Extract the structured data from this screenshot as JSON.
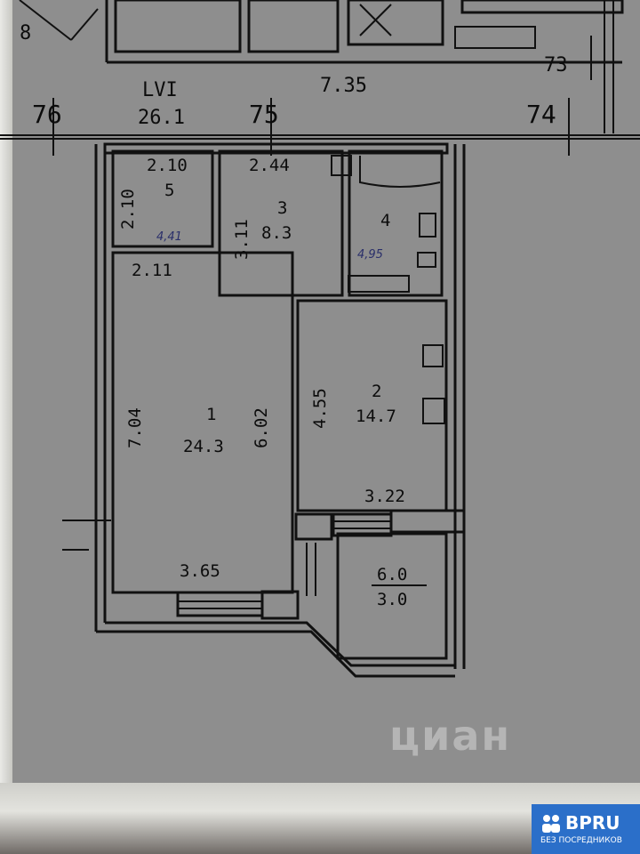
{
  "header": {
    "axis_left": "76",
    "axis_mid": "75",
    "axis_right": "74",
    "axis_top_right": "73",
    "axis_top_left": "8",
    "section_code": "LVI",
    "section_area": "26.1",
    "top_dim": "7.35"
  },
  "rooms": [
    {
      "number": "1",
      "area": "24.3"
    },
    {
      "number": "2",
      "area": "14.7"
    },
    {
      "number": "3",
      "area": "8.3"
    },
    {
      "number": "4",
      "area": ""
    },
    {
      "number": "5",
      "area": ""
    }
  ],
  "balcony": {
    "area_top": "6.0",
    "area_bottom": "3.0"
  },
  "dimensions": {
    "d_2_10_top": "2.10",
    "d_2_10_side": "2.10",
    "d_2_44": "2.44",
    "d_3_11": "3.11",
    "d_2_11": "2.11",
    "d_7_04": "7.04",
    "d_6_02": "6.02",
    "d_4_55": "4.55",
    "d_3_22": "3.22",
    "d_3_65": "3.65"
  },
  "handwritten": {
    "room5_area": "4,41",
    "room4_area": "4,95"
  },
  "watermark": {
    "brand": "циан"
  },
  "badge": {
    "title": "BPRU",
    "subtitle": "БЕЗ ПОСРЕДНИКОВ"
  },
  "colors": {
    "paper": "#8e8e8e",
    "ink": "#111111",
    "badge": "#2b6fc9"
  }
}
